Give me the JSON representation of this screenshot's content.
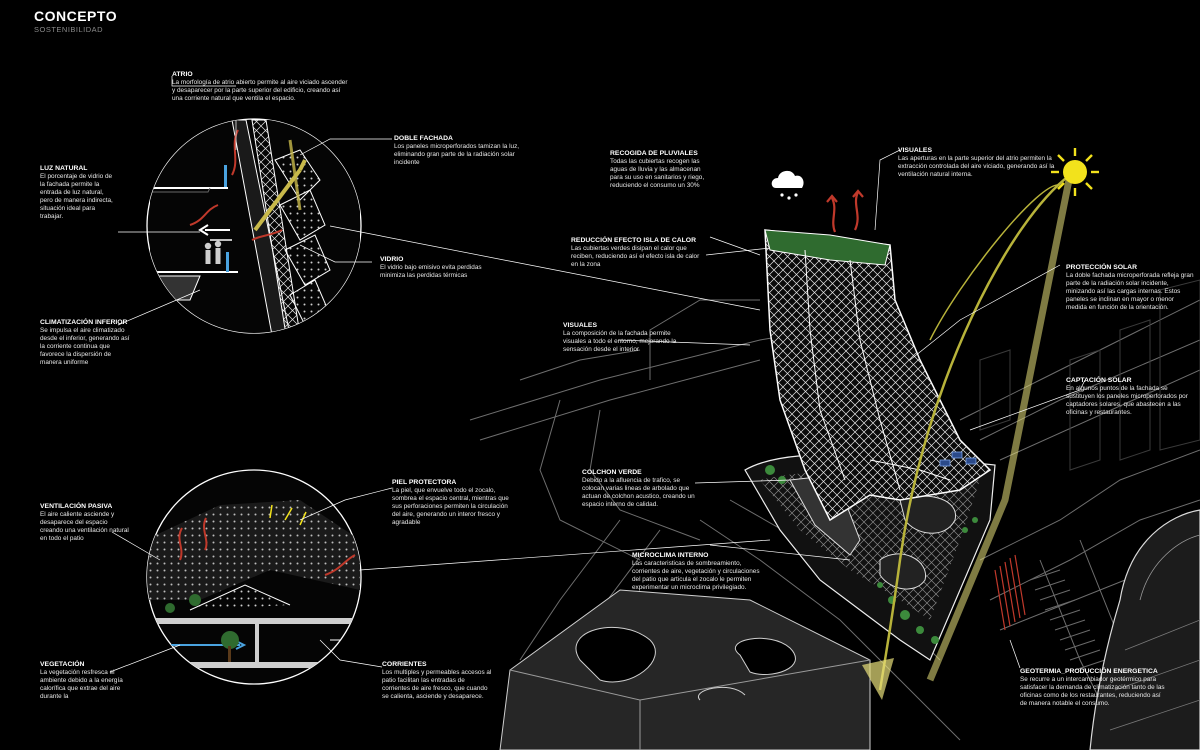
{
  "header": {
    "title": "CONCEPTO",
    "subtitle": "SOSTENIBILIDAD"
  },
  "colors": {
    "background": "#000000",
    "sun": "#f2e21c",
    "sun_path": "#b8b33a",
    "heat_arrows": "#c0392b",
    "green_roof": "#3c8a3c"
  },
  "icons": [
    "sun-icon",
    "rain-cloud-icon",
    "heat-arrow-icon"
  ],
  "annotations": {
    "atrio": {
      "title": "ATRIO",
      "body": "La morfología de atrio abierto permite al aire viciado ascender y desaparecer por la parte superior del edificio, creando así una corriente natural que ventila el espacio."
    },
    "luz_natural": {
      "title": "LUZ NATURAL",
      "body": "El porcentaje de vidrio de la fachada permite la entrada de luz natural, pero de manera indirecta, situación ideal para trabajar."
    },
    "doble_fachada": {
      "title": "DOBLE FACHADA",
      "body": "Los paneles microperforados tamizan la luz, eliminando gran parte de la radiación solar incidente"
    },
    "vidrio": {
      "title": "VIDRIO",
      "body": "El vidrio bajo emisivo evita perdidas minimiza las perdidas térmicas"
    },
    "climatizacion": {
      "title": "CLIMATIZACIÓN INFERIOR",
      "body": "Se impulsa el aire climatizado desde el inferior, generando así la corriente continua que favorece la dispersión de manera uniforme"
    },
    "pluviales": {
      "title": "RECOGIDA DE PLUVIALES",
      "body": "Todas las cubiertas recogen las aguas de lluvia y las almacenan para su uso en sanitarios y riego, reduciendo el consumo un 30%"
    },
    "visuales_top": {
      "title": "VISUALES",
      "body": "Las aperturas en la parte superior del atrio permiten la extracción controlada del aire viciado, generando así la ventilación natural interna."
    },
    "isla_calor": {
      "title": "REDUCCIÓN EFECTO ISLA DE CALOR",
      "body": "Las cubiertas verdes disipan el calor que reciben, reduciendo así el efecto isla de calor en la zona"
    },
    "proteccion_solar": {
      "title": "PROTECCIÓN SOLAR",
      "body": "La doble fachada microperforada refleja gran parte de la radiación solar incidente, minizando así las cargas internas. Estos paneles se inclinan en mayor o menor medida en función de la orientación."
    },
    "visuales_mid": {
      "title": "VISUALES",
      "body": "La composición de la fachada permite visuales a todo el entorno, mejorando la sensación desde el interior"
    },
    "captacion_solar": {
      "title": "CAPTACIÓN SOLAR",
      "body": "En algunos puntos de la fachada se sustituyen los paneles microperforados por captadores solares, que abastecen a las oficinas y restaurantes."
    },
    "colchon_verde": {
      "title": "COLCHON VERDE",
      "body": "Debido a la afluencia de trafico, se colocan varias lineas de arbolado que actuan de colchon acustico, creando un espacio interno de calidad."
    },
    "piel_protectora": {
      "title": "PIEL PROTECTORA",
      "body": "La piel, que envuelve todo el zocalo, sombrea el espacio central, mientras que sus perforaciones permiten la circulación del aire, generando un interor fresco y agradable"
    },
    "ventilacion": {
      "title": "VENTILACIÓN PASIVA",
      "body": "El aire caliente asciende y desaparece del espacio creando una ventilación natural en todo el patio"
    },
    "microclima": {
      "title": "MICROCLIMA INTERNO",
      "body": "Las caracteristicas de sombreamiento, corrientes de aire, vegetación y circulaciones del patio que articula el zocalo le permiten experimentar un microclima privilegiado."
    },
    "vegetacion": {
      "title": "VEGETACIÓN",
      "body": "La vegetación resfresca el ambiente debido a la energía calorífica que extrae del aire durante la"
    },
    "corrientes": {
      "title": "CORRIENTES",
      "body": "Los multiples y permeables accesos al patio facilitan las entradas de corrientes de aire fresco, que cuando se calienta, asciende y desaparece."
    },
    "geotermia": {
      "title": "GEOTERMIA_PRODUCCIÓN ENERGETICA",
      "body": "Se recurre a un intercambiador geotérmico para satisfacer la demanda de climatización tanto de las oficinas como de los restaurantes, reduciendo así de manera notable el consumo."
    }
  }
}
